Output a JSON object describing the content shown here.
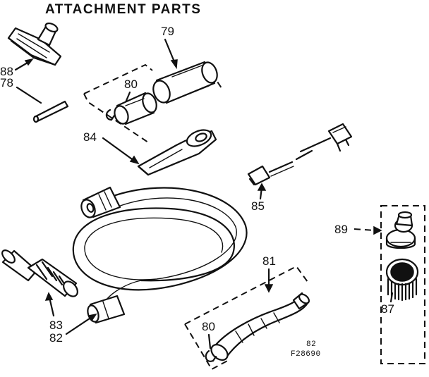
{
  "title": "ATTACHMENT PARTS",
  "callouts": {
    "p88": "88",
    "p78": "78",
    "p79": "79",
    "p80_upper": "80",
    "p84": "84",
    "p85": "85",
    "p89": "89",
    "p87": "87",
    "p81": "81",
    "p83": "83",
    "p82_left": "82",
    "p80_lower": "80",
    "p82_note": "82"
  },
  "figure_code": "F28690"
}
